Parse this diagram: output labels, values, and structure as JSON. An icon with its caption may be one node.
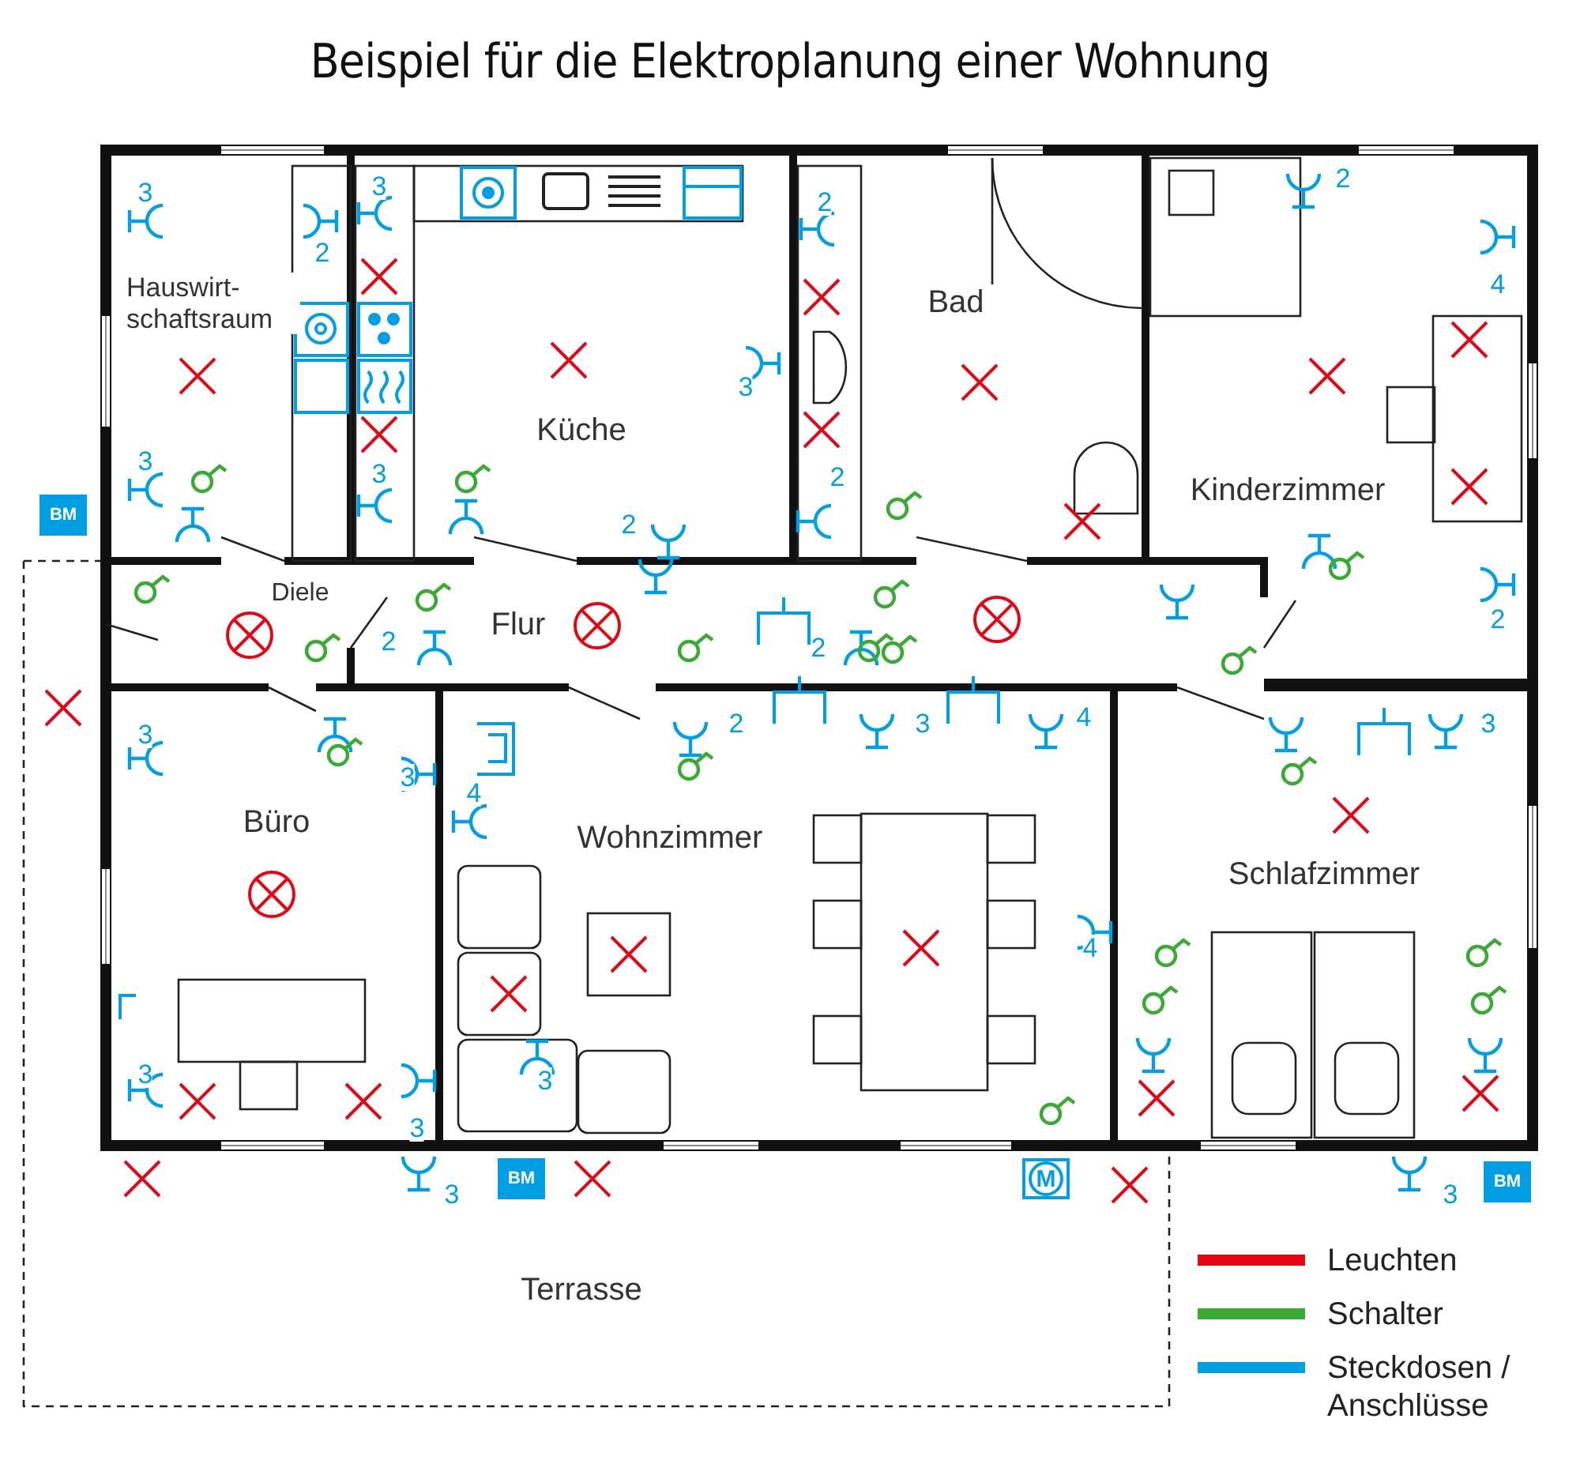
{
  "diagram": {
    "title": "Beispiel für die Elektroplanung einer Wohnung",
    "nodes": [
      {
        "text": [
          "Hauswirt- schaftsraum"
        ]
      },
      {
        "text": [
          "BM"
        ]
      },
      {
        "text": [
          "Küche"
        ]
      },
      {
        "text": [
          "Bad"
        ]
      },
      {
        "text": [
          "Kinderzimmer"
        ]
      },
      {
        "text": [
          "Diele"
        ]
      },
      {
        "text": [
          "Flur"
        ]
      },
      {
        "text": [
          "Büro"
        ]
      },
      {
        "text": [
          "Wohnzimmer"
        ]
      },
      {
        "text": [
          "Schlafzimmer"
        ]
      },
      {
        "text": [
          "BM"
        ]
      },
      {
        "text": [
          "M"
        ]
      },
      {
        "text": [
          "BM"
        ]
      },
      {
        "text": [
          "Terrasse"
        ]
      }
    ],
    "labels": [
      "3",
      "2",
      "3",
      "3",
      "2",
      "2",
      "4",
      "3",
      "3",
      "2",
      "2",
      "2",
      "2",
      "2",
      "2",
      "3",
      "4",
      "3",
      "3",
      "3",
      "4",
      "4",
      "3",
      "3",
      "3",
      "3",
      "3"
    ],
    "legend": [
      {
        "text": "Leuchten",
        "color": "#e30613"
      },
      {
        "text": "Schalter",
        "color": "#3aaa35"
      },
      {
        "text": "Steckdosen / Anschlüsse",
        "color": "#009fe3"
      }
    ]
  }
}
